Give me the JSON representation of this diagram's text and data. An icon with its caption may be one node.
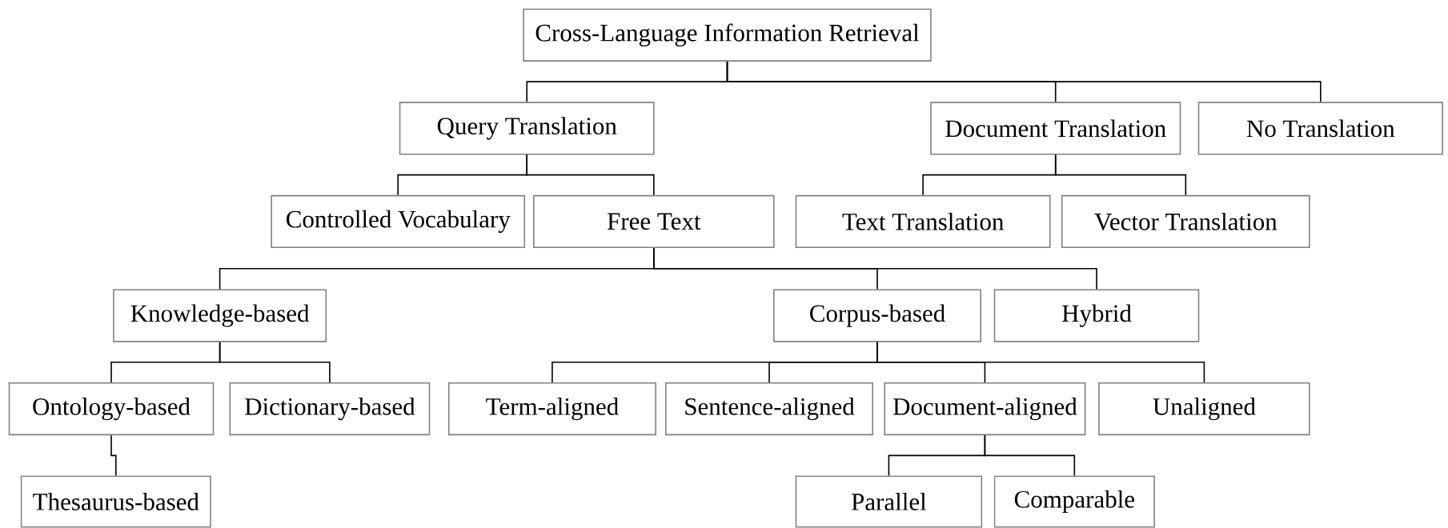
{
  "diagram": {
    "nodes": [
      {
        "text": [
          "Cross-Language Information Retrieval"
        ]
      },
      {
        "text": [
          "Query Translation"
        ]
      },
      {
        "text": [
          "Document Translation"
        ]
      },
      {
        "text": [
          "No Translation"
        ]
      },
      {
        "text": [
          "Controlled Vocabulary"
        ]
      },
      {
        "text": [
          "Free Text"
        ]
      },
      {
        "text": [
          "Text Translation"
        ]
      },
      {
        "text": [
          "Vector Translation"
        ]
      },
      {
        "text": [
          "Knowledge-based"
        ]
      },
      {
        "text": [
          "Corpus-based"
        ]
      },
      {
        "text": [
          "Hybrid"
        ]
      },
      {
        "text": [
          "Ontology-based"
        ]
      },
      {
        "text": [
          "Dictionary-based"
        ]
      },
      {
        "text": [
          "Term-aligned"
        ]
      },
      {
        "text": [
          "Sentence-aligned"
        ]
      },
      {
        "text": [
          "Document-aligned"
        ]
      },
      {
        "text": [
          "Unaligned"
        ]
      },
      {
        "text": [
          "Thesaurus-based"
        ]
      },
      {
        "text": [
          "Parallel"
        ]
      },
      {
        "text": [
          "Comparable"
        ]
      }
    ],
    "edges": [
      {
        "from": 0,
        "to": 1,
        "arrow": "none"
      },
      {
        "from": 0,
        "to": 2,
        "arrow": "none"
      },
      {
        "from": 0,
        "to": 3,
        "arrow": "none"
      },
      {
        "from": 1,
        "to": 4,
        "arrow": "none"
      },
      {
        "from": 1,
        "to": 5,
        "arrow": "none"
      },
      {
        "from": 2,
        "to": 6,
        "arrow": "none"
      },
      {
        "from": 2,
        "to": 7,
        "arrow": "none"
      },
      {
        "from": 5,
        "to": 8,
        "arrow": "none"
      },
      {
        "from": 5,
        "to": 9,
        "arrow": "none"
      },
      {
        "from": 5,
        "to": 10,
        "arrow": "none"
      },
      {
        "from": 8,
        "to": 11,
        "arrow": "none"
      },
      {
        "from": 8,
        "to": 12,
        "arrow": "none"
      },
      {
        "from": 9,
        "to": 13,
        "arrow": "none"
      },
      {
        "from": 9,
        "to": 14,
        "arrow": "none"
      },
      {
        "from": 9,
        "to": 15,
        "arrow": "none"
      },
      {
        "from": 9,
        "to": 16,
        "arrow": "none"
      },
      {
        "from": 11,
        "to": 17,
        "arrow": "none"
      },
      {
        "from": 15,
        "to": 18,
        "arrow": "none"
      },
      {
        "from": 15,
        "to": 19,
        "arrow": "none"
      }
    ]
  }
}
